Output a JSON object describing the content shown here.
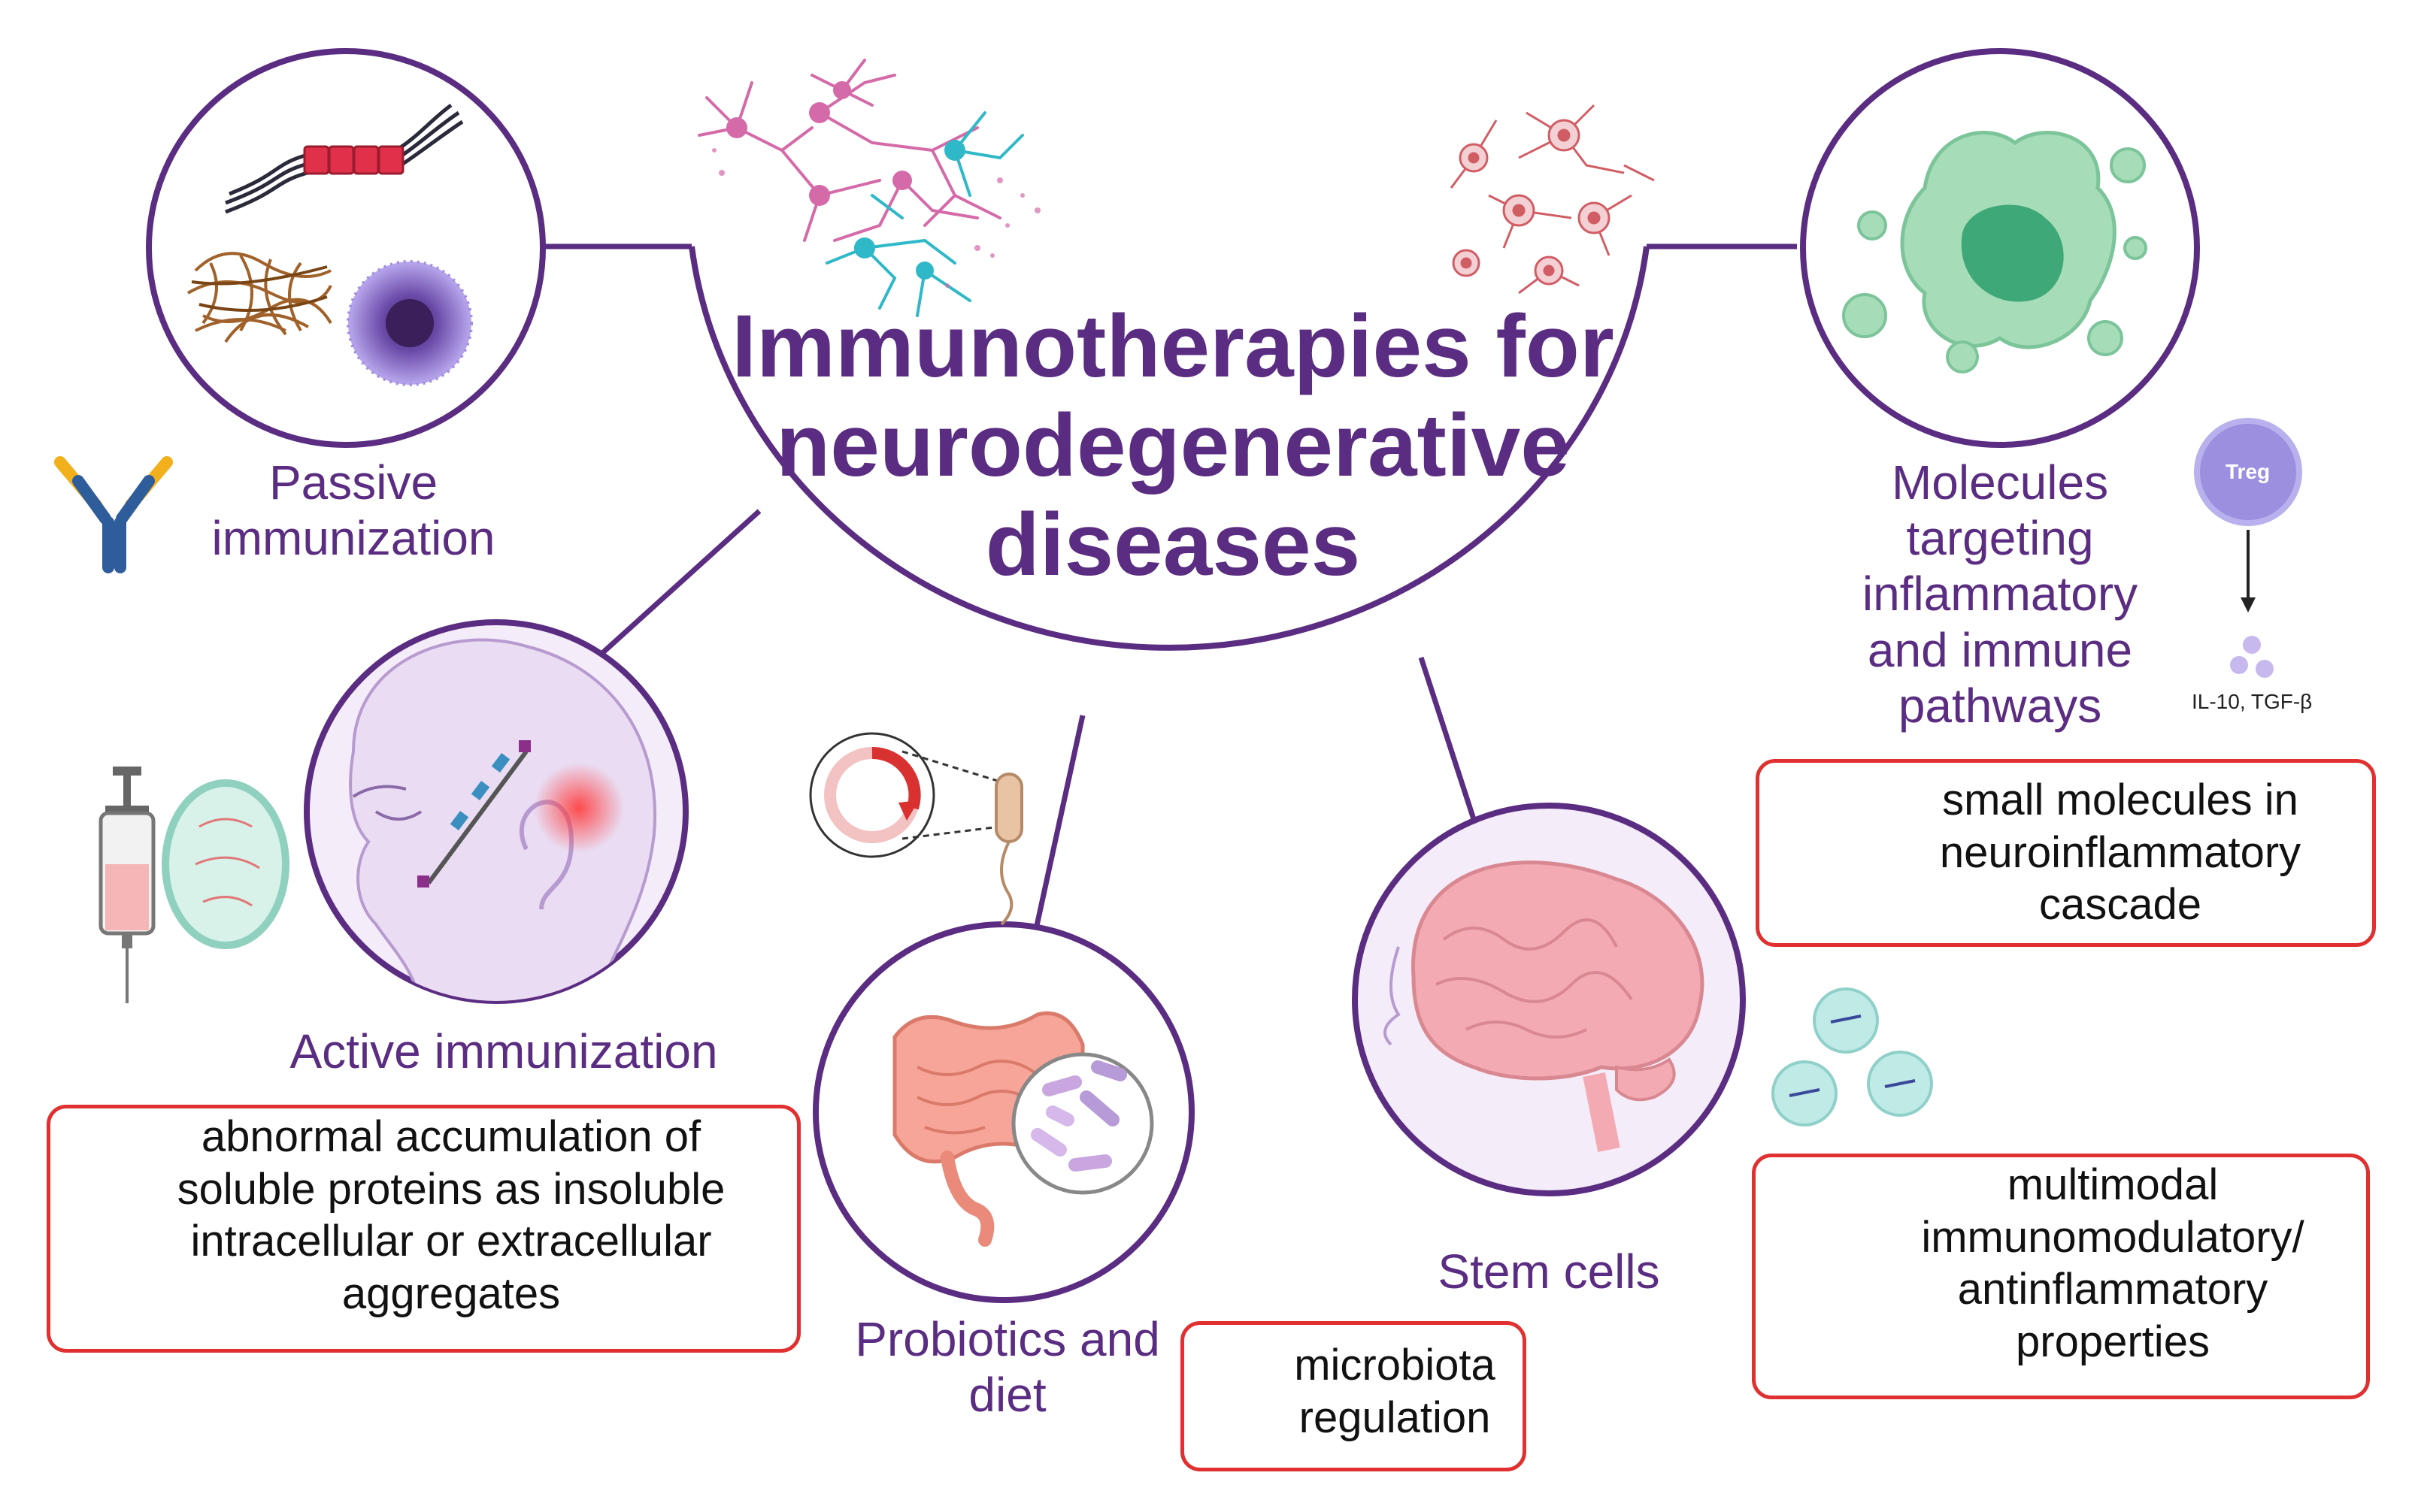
{
  "title": [
    "Immunotherapies for",
    "neurodegenerative",
    "diseases"
  ],
  "labels": {
    "passive": [
      "Passive",
      "immunization"
    ],
    "active": "Active immunization",
    "probiotics": [
      "Probiotics and",
      "diet"
    ],
    "stem": "Stem cells",
    "molecules": [
      "Molecules",
      "targeting",
      "inflammatory",
      "and immune",
      "pathways"
    ]
  },
  "boxes": {
    "active": [
      "abnormal accumulation of",
      "soluble proteins as insoluble",
      "intracellular or extracellular",
      "aggregates"
    ],
    "probiotics": [
      "microbiota",
      "regulation"
    ],
    "stem": [
      "multimodal",
      "immunomodulatory/",
      "antinflammatory",
      "properties"
    ],
    "molecules": [
      "small molecules in",
      "neuroinflammatory",
      "cascade"
    ]
  },
  "annotations": {
    "treg": "Treg",
    "cytokines": "IL-10, TGF-β"
  },
  "colors": {
    "purple": "#5b2d82",
    "target_red": "#e03030",
    "circle_border": "#5b2d82"
  },
  "icons": [
    "antibody-icon",
    "amyloid-fibril-icon",
    "tangle-icon",
    "microglia-icon",
    "syringe-icon",
    "head-implant-icon",
    "bacterium-icon",
    "intestine-icon",
    "brain-icon",
    "stem-cell-icon",
    "macrophage-icon",
    "treg-cell-icon",
    "target-icon"
  ]
}
